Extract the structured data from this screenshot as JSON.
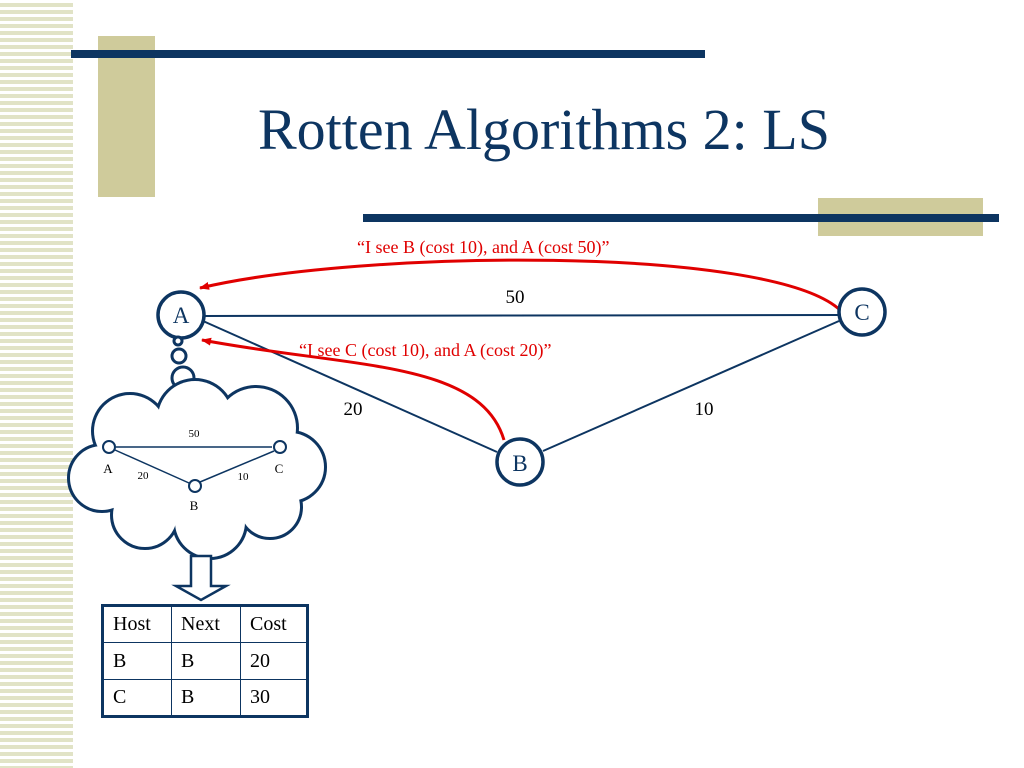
{
  "title": "Rotten Algorithms 2: LS",
  "colors": {
    "navy": "#0d3561",
    "accent_tan": "#cfcb9b",
    "stripe": "#e1e3c6",
    "message_red": "#e00000"
  },
  "graph": {
    "nodes": {
      "a": "A",
      "b": "B",
      "c": "C"
    },
    "edges": {
      "ac": "50",
      "ab": "20",
      "bc": "10"
    }
  },
  "messages": {
    "from_c": "“I see B (cost 10), and A (cost 50)”",
    "from_b": "“I see C (cost 10), and A (cost 20)”"
  },
  "thought_graph": {
    "nodes": {
      "a": "A",
      "b": "B",
      "c": "C"
    },
    "edges": {
      "ac": "50",
      "ab": "20",
      "bc": "10"
    }
  },
  "table": {
    "headers": [
      "Host",
      "Next",
      "Cost"
    ],
    "rows": [
      [
        "B",
        "B",
        "20"
      ],
      [
        "C",
        "B",
        "30"
      ]
    ]
  }
}
